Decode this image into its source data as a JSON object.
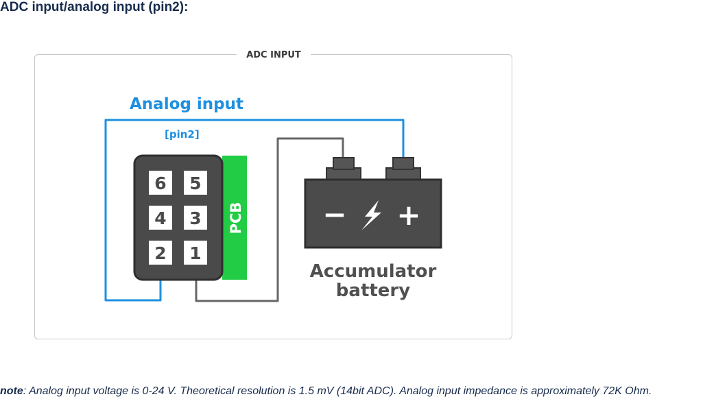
{
  "page": {
    "heading": "ADC input/analog input (pin2):"
  },
  "diagram": {
    "frame_label": "ADC INPUT",
    "analog_label": "Analog input",
    "pin_label": "[pin2]",
    "pcb_label": "PCB",
    "pins": [
      "6",
      "5",
      "4",
      "3",
      "2",
      "1"
    ],
    "battery_minus": "−",
    "battery_plus": "+",
    "battery_label_line1": "Accumulator",
    "battery_label_line2": "battery",
    "colors": {
      "analog_wire": "#1e90e0",
      "ground_wire": "#666666",
      "connector_body": "#4a4a4a",
      "pcb": "#22cc44",
      "battery": "#4b4b4b",
      "frame_border": "#c8c8c8"
    }
  },
  "note": {
    "label": "note",
    "text": ": Analog input voltage is 0-24 V. Theoretical resolution is 1.5 mV (14bit ADC). Analog input impedance is approximately 72K Ohm."
  }
}
